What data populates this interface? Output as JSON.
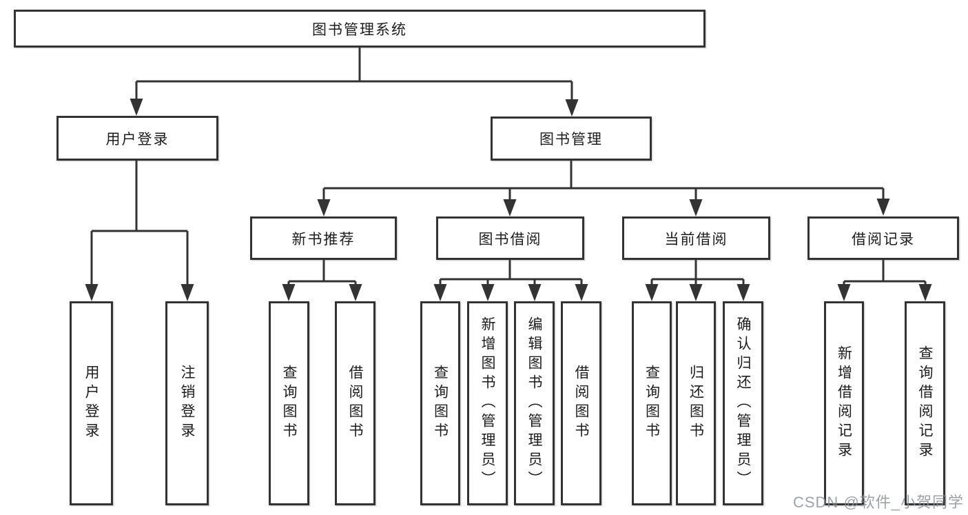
{
  "diagram": {
    "root": {
      "label": "图书管理系统",
      "children": [
        {
          "label": "用户登录",
          "children": [
            {
              "label": "用户登录"
            },
            {
              "label": "注销登录"
            }
          ]
        },
        {
          "label": "图书管理",
          "children": [
            {
              "label": "新书推荐",
              "children": [
                {
                  "label": "查询图书"
                },
                {
                  "label": "借阅图书"
                }
              ]
            },
            {
              "label": "图书借阅",
              "children": [
                {
                  "label": "查询图书"
                },
                {
                  "label": "新增图书（管理员）"
                },
                {
                  "label": "编辑图书（管理员）"
                },
                {
                  "label": "借阅图书"
                }
              ]
            },
            {
              "label": "当前借阅",
              "children": [
                {
                  "label": "查询图书"
                },
                {
                  "label": "归还图书"
                },
                {
                  "label": "确认归还（管理员）"
                }
              ]
            },
            {
              "label": "借阅记录",
              "children": [
                {
                  "label": "新增借阅记录"
                },
                {
                  "label": "查询借阅记录"
                }
              ]
            }
          ]
        }
      ]
    }
  },
  "watermark": "CSDN @软件_小贺同学",
  "colors": {
    "line": "#333333",
    "box_border": "#333333",
    "box_background": "#ffffff",
    "text": "#1c1c1c",
    "watermark": "#8c9096"
  }
}
